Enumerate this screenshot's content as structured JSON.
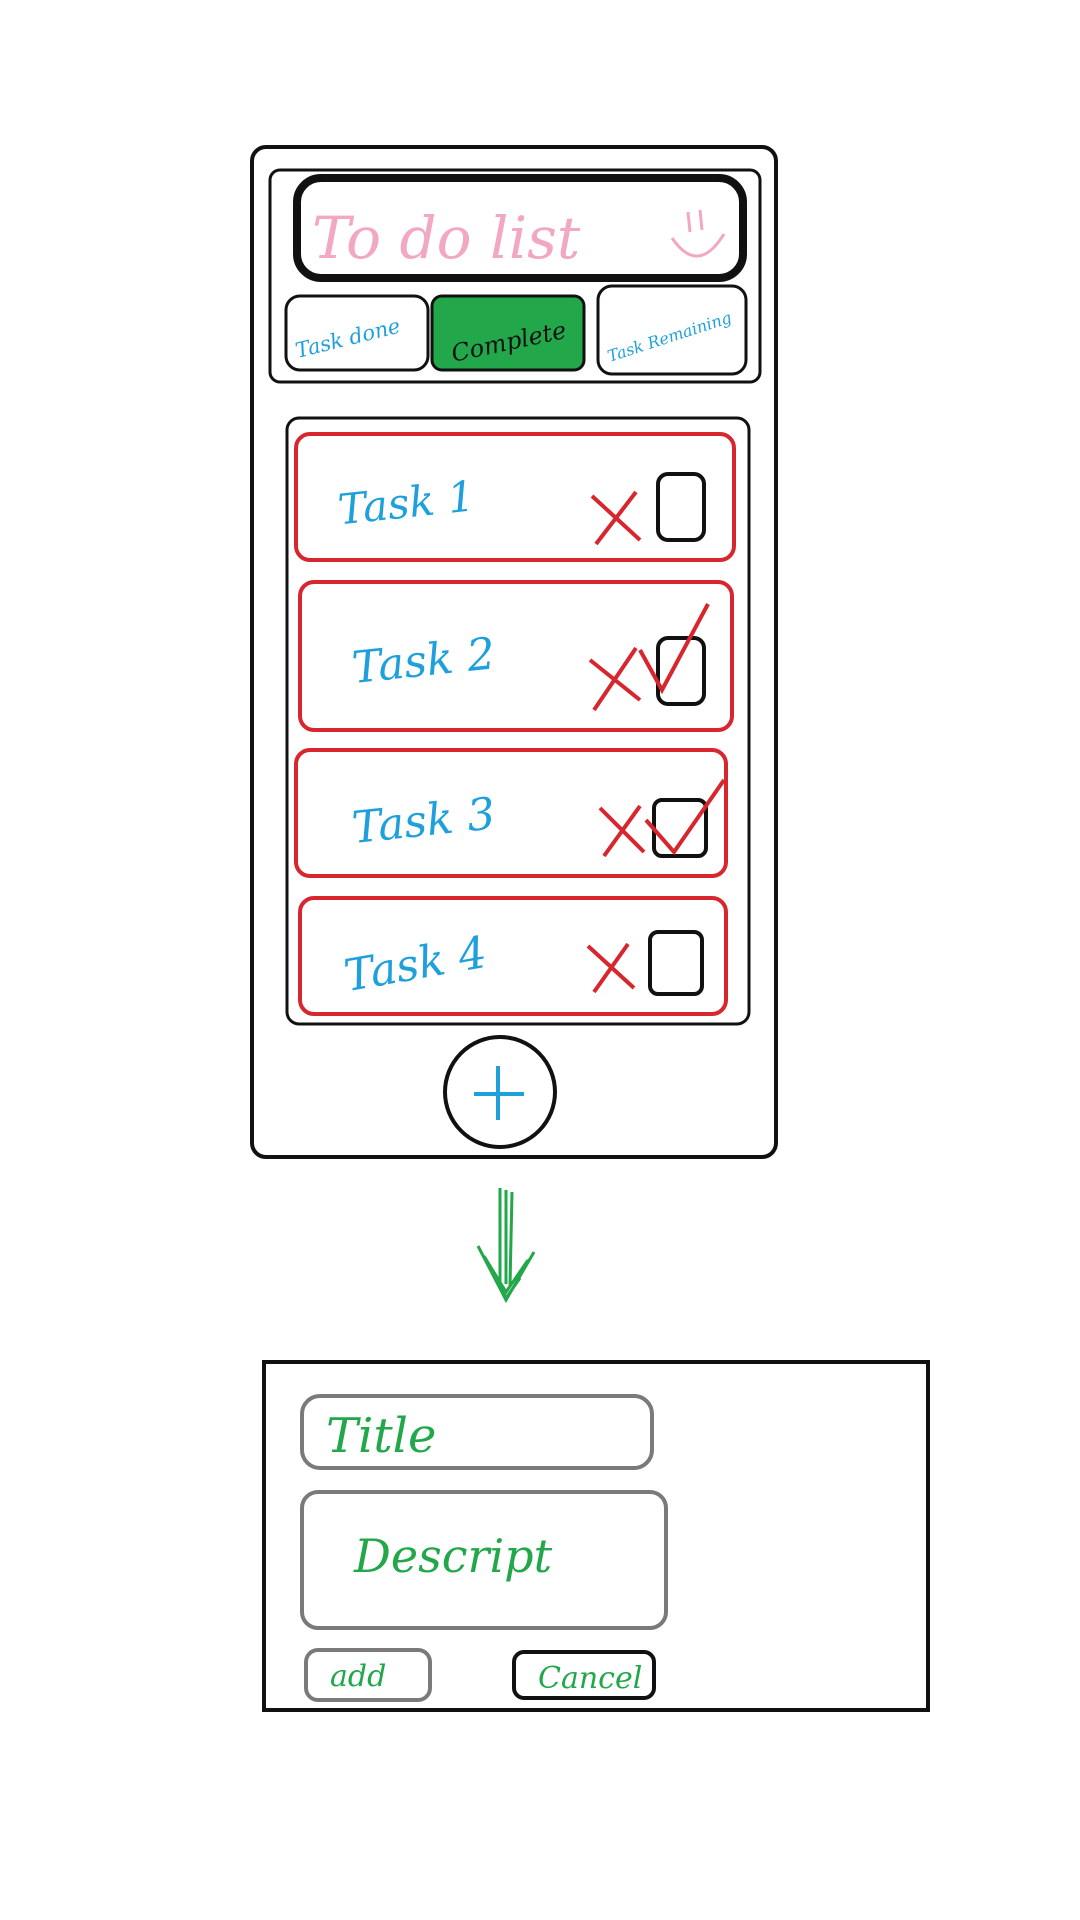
{
  "header": {
    "title": "To do list",
    "title_color": "#f2a7c3"
  },
  "filter_tabs": [
    {
      "label": "Task done",
      "color": "#1ea0dc"
    },
    {
      "label": "Complete",
      "color": "#111111",
      "fill": "#22a84a"
    },
    {
      "label": "Task Remaining",
      "color": "#1ea0dc"
    }
  ],
  "tasks": [
    {
      "label": "Task 1",
      "checked": false
    },
    {
      "label": "Task 2",
      "checked": true
    },
    {
      "label": "Task 3",
      "checked": true
    },
    {
      "label": "Task 4",
      "checked": false
    }
  ],
  "fab": {
    "icon": "plus-icon"
  },
  "transition_arrow": {
    "icon": "down-arrow-icon",
    "color": "#22a84a"
  },
  "add_form": {
    "title_placeholder": "Title",
    "description_placeholder": "Descript",
    "add_label": "add",
    "cancel_label": "Cancel",
    "text_color": "#22a84a"
  },
  "colors": {
    "task_border": "#d8262f",
    "task_text": "#1ea0dc",
    "delete_icon": "#d8262f",
    "frame": "#111111"
  }
}
